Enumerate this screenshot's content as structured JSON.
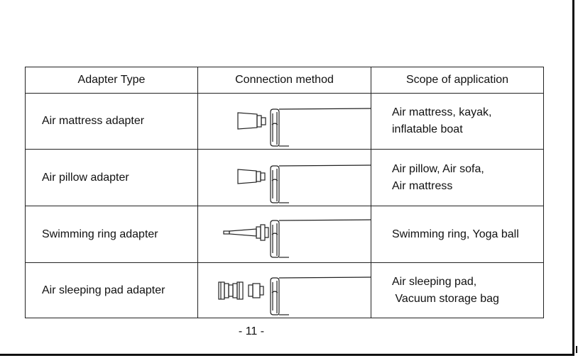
{
  "table": {
    "headers": [
      "Adapter Type",
      "Connection method",
      "Scope of application"
    ],
    "rows": [
      {
        "type": "Air mattress adapter",
        "scope_line1": "Air mattress, kayak,",
        "scope_line2": "inflatable boat",
        "diagram_icon": "cone-adapter-icon"
      },
      {
        "type": "Air pillow adapter",
        "scope_line1": "Air pillow, Air sofa,",
        "scope_line2": "Air mattress",
        "diagram_icon": "cone-adapter-icon"
      },
      {
        "type": "Swimming ring adapter",
        "scope_line1": "Swimming ring, Yoga ball",
        "scope_line2": "",
        "diagram_icon": "needle-adapter-icon"
      },
      {
        "type": "Air sleeping pad adapter",
        "scope_line1": "Air sleeping pad,",
        "scope_line2": " Vacuum storage bag",
        "diagram_icon": "valve-adapter-icon"
      }
    ]
  },
  "page_number": "- 11 -"
}
